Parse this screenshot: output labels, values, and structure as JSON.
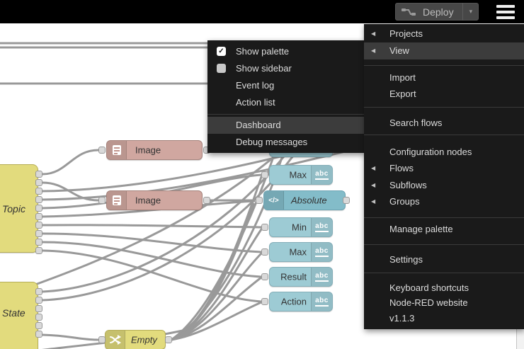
{
  "header": {
    "deploy_label": "Deploy",
    "caret": "▾"
  },
  "main_menu": {
    "submenu_arrow": "◀",
    "projects": "Projects",
    "view": "View",
    "import": "Import",
    "export": "Export",
    "search_flows": "Search flows",
    "configuration_nodes": "Configuration nodes",
    "flows": "Flows",
    "subflows": "Subflows",
    "groups": "Groups",
    "manage_palette": "Manage palette",
    "settings": "Settings",
    "keyboard_shortcuts": "Keyboard shortcuts",
    "website": "Node-RED website",
    "version": "v1.1.3"
  },
  "view_menu": {
    "show_palette": "Show palette",
    "show_palette_checked": true,
    "show_sidebar": "Show sidebar",
    "show_sidebar_checked": false,
    "checkmark": "✓",
    "event_log": "Event log",
    "action_list": "Action list",
    "dashboard": "Dashboard",
    "debug_messages": "Debug messages"
  },
  "nodes": {
    "topic": {
      "label": "Topic"
    },
    "state": {
      "label": "State"
    },
    "image1": {
      "label": "Image"
    },
    "image2": {
      "label": "Image"
    },
    "max1": {
      "label": "Max"
    },
    "absolute": {
      "label": "Absolute"
    },
    "min": {
      "label": "Min"
    },
    "max2": {
      "label": "Max"
    },
    "result": {
      "label": "Result"
    },
    "action": {
      "label": "Action"
    },
    "empty": {
      "label": "Empty"
    },
    "text_badge": "abc",
    "template_icon_glyph": "</>"
  },
  "colors": {
    "node_yellow": "#e2db7d",
    "node_salmon": "#d0a7a0",
    "node_teal_light": "#9dcbd4",
    "node_teal": "#83bcc9",
    "wire": "#999999",
    "menu_bg": "#1a1a1a",
    "menu_highlight": "#3c3c3c",
    "header_bg": "#000000"
  }
}
